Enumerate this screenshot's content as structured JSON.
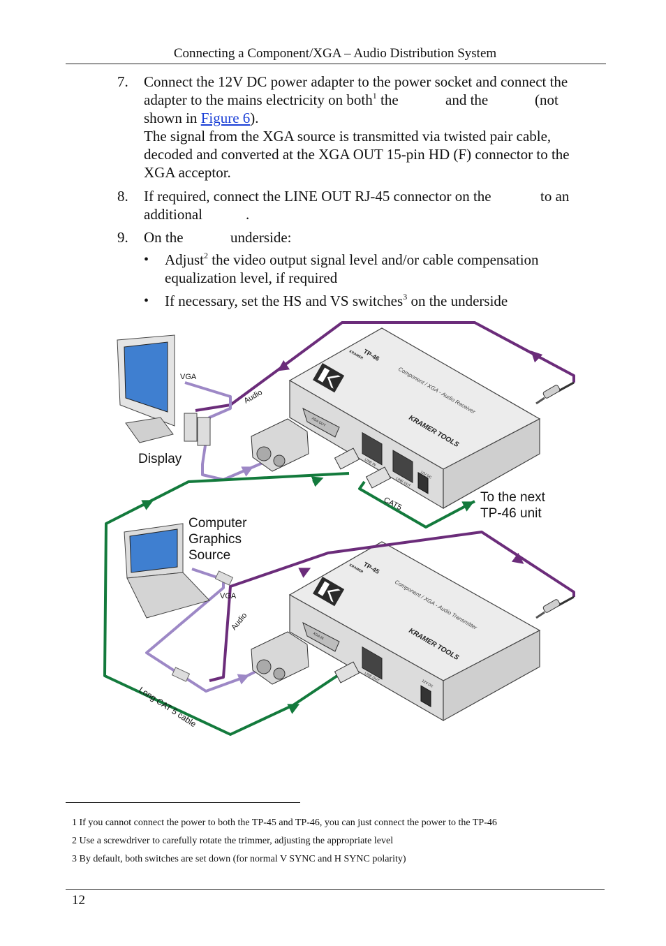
{
  "header": {
    "title": "Connecting a Component/XGA – Audio Distribution System"
  },
  "steps": {
    "s7": {
      "num": "7.",
      "l1": "Connect the 12V DC power adapter to the power socket and connect the",
      "l2a": "adapter to the mains electricity on both",
      "l2sup": "1",
      "l2b": " the",
      "l2c": "and the",
      "l2d": "(not",
      "l3a": "shown in ",
      "l3link": "Figure 6",
      "l3b": ").",
      "l4": "The signal from the XGA source is transmitted via twisted pair cable,",
      "l5": "decoded and converted at the XGA OUT 15-pin HD (F) connector to the",
      "l6": "XGA acceptor."
    },
    "s8": {
      "num": "8.",
      "l1a": "If required, connect the LINE OUT RJ-45 connector on the",
      "l1b": "to an",
      "l2a": "additional",
      "l2b": "."
    },
    "s9": {
      "num": "9.",
      "l1a": "On the",
      "l1b": "underside:",
      "b1a": "Adjust",
      "b1sup": "2",
      "b1b": " the video output signal level and/or cable compensation",
      "b1c": "equalization level, if required",
      "b2a": "If necessary, set the HS and VS switches",
      "b2sup": "3",
      "b2b": " on the underside"
    }
  },
  "figure": {
    "display": "Display",
    "vga_top": "VGA",
    "audio_top": "Audio",
    "cat5": "CAT5",
    "next_l1": "To the next",
    "next_l2": "TP-46 unit",
    "source_l1": "Computer",
    "source_l2": "Graphics",
    "source_l3": "Source",
    "vga_bottom": "VGA",
    "audio_bottom": "Audio",
    "long_cable": "Long CAT 5 cable",
    "rx_model": "TP-46",
    "rx_desc": "Component / XGA - Audio Receiver",
    "rx_brand": "KRAMER TOOLS",
    "rx_port1": "XGA OUT",
    "rx_port2": "LINE IN",
    "rx_port3": "LINE OUT",
    "rx_power": "12V DC",
    "tx_model": "TP-45",
    "tx_desc": "Component / XGA - Audio Transmitter",
    "tx_brand": "KRAMER TOOLS",
    "tx_port1": "XGA IN",
    "tx_port2": "LINE OUT",
    "tx_power": "12V DC",
    "logo_text": "KRAMER",
    "colors": {
      "audio": "#6b2c7a",
      "video": "#9d88c6",
      "cat": "#137a3c",
      "box": "#e7e7e7"
    }
  },
  "footnotes": {
    "f1": "1 If you cannot connect the power to both the TP-45 and TP-46, you can just connect the power to the TP-46",
    "f2": "2 Use a screwdriver to carefully rotate the trimmer, adjusting the appropriate level",
    "f3": "3 By default, both switches are set down (for normal V SYNC and H SYNC polarity)"
  },
  "footer": {
    "page_number": "12"
  }
}
